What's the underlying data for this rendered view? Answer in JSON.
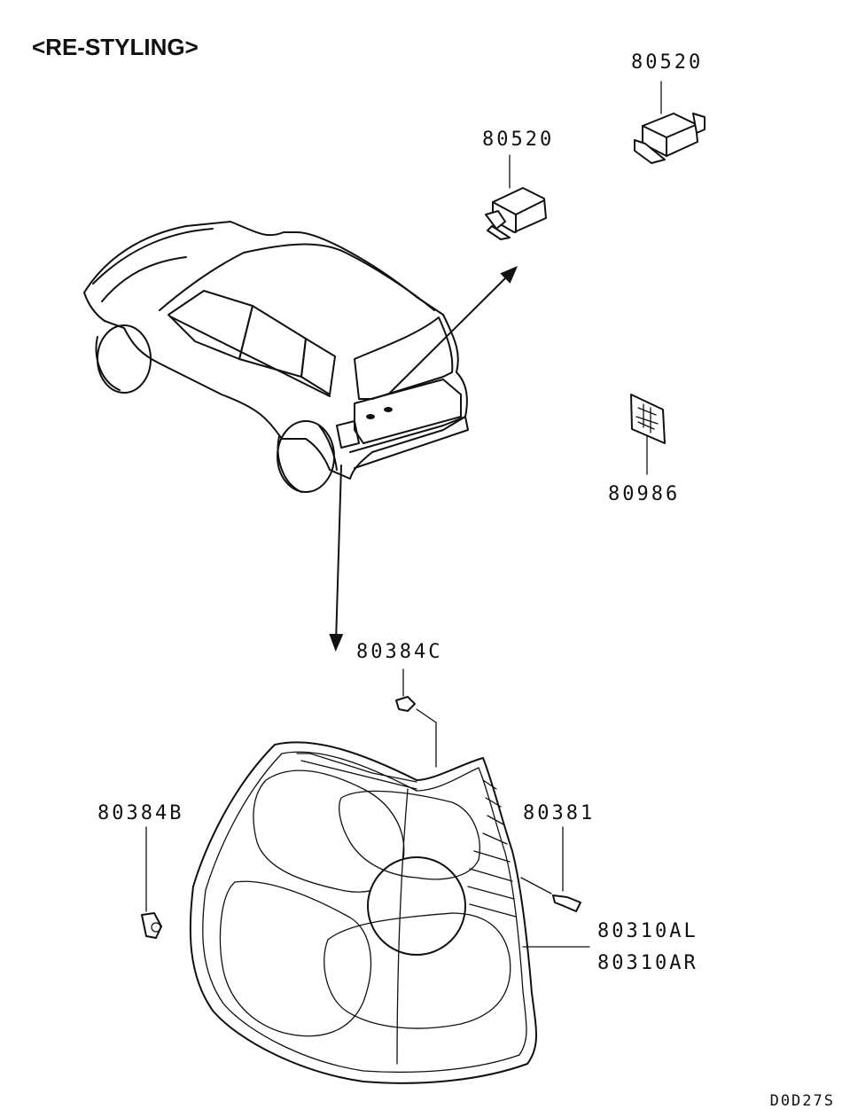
{
  "title": "<RE-STYLING>",
  "diagram_code": "D0D27S",
  "callouts": {
    "relay_upper": "80520",
    "relay_lower": "80520",
    "bracket": "80986",
    "clip_top": "80384C",
    "clip_left": "80384B",
    "screw": "80381",
    "lamp_left": "80310AL",
    "lamp_right": "80310AR"
  },
  "colors": {
    "line": "#111111",
    "background": "#ffffff"
  }
}
